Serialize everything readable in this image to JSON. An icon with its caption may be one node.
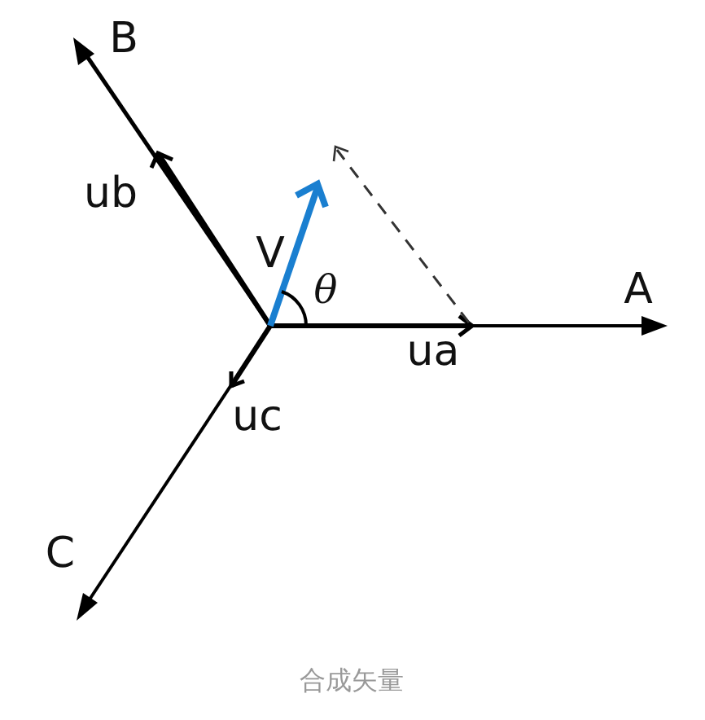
{
  "diagram": {
    "caption": "合成矢量",
    "labels": [
      "B",
      "ub",
      "V",
      "θ",
      "A",
      "ua",
      "uc",
      "C"
    ]
  }
}
